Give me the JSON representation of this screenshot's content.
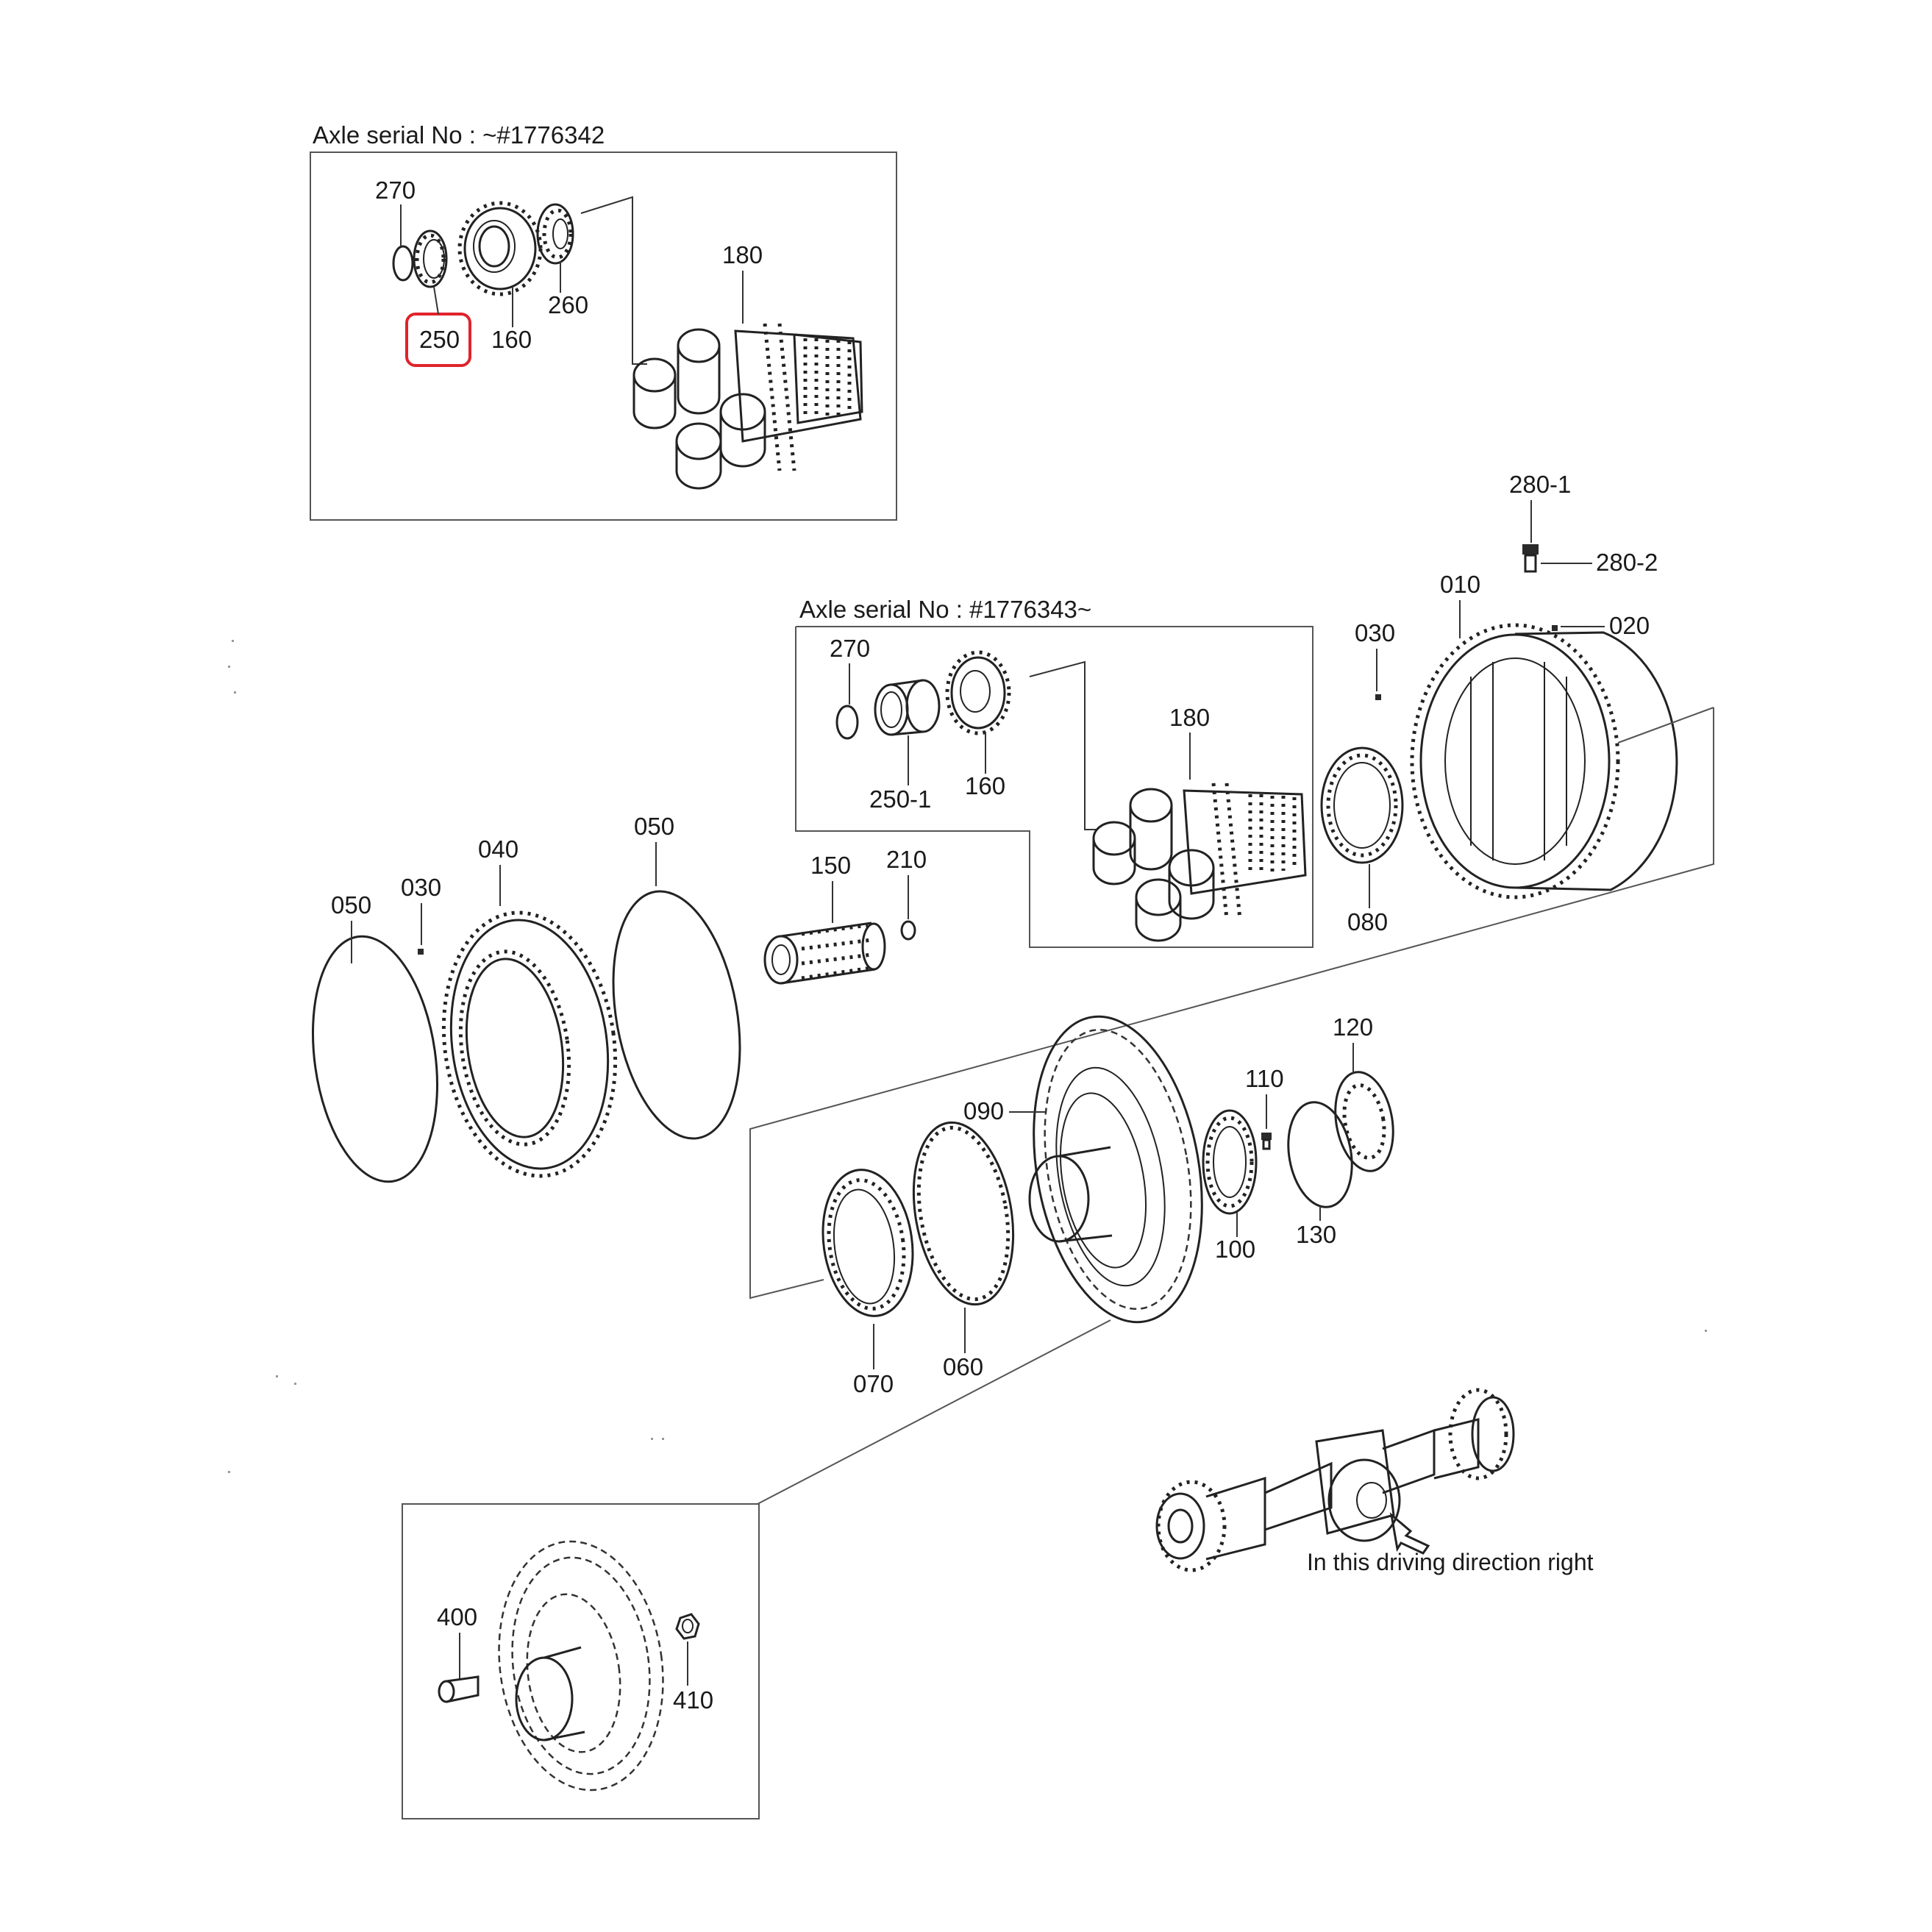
{
  "top_inset": {
    "title": "Axle serial No : ~#1776342",
    "labels": [
      "270",
      "250",
      "160",
      "260",
      "180"
    ],
    "highlighted_label": "250"
  },
  "middle_inset": {
    "title": "Axle serial No : #1776343~",
    "labels": [
      "270",
      "250-1",
      "160",
      "180"
    ]
  },
  "main_labels": [
    "280-1",
    "280-2",
    "010",
    "020",
    "030",
    "080",
    "050",
    "040",
    "030",
    "050",
    "150",
    "210",
    "120",
    "110",
    "090",
    "100",
    "130",
    "070",
    "060"
  ],
  "bottom_inset": {
    "labels": [
      "400",
      "410"
    ]
  },
  "axle_view": {
    "caption": "In this driving direction right"
  },
  "colors": {
    "highlight": "#e0232b",
    "line": "#222222"
  }
}
